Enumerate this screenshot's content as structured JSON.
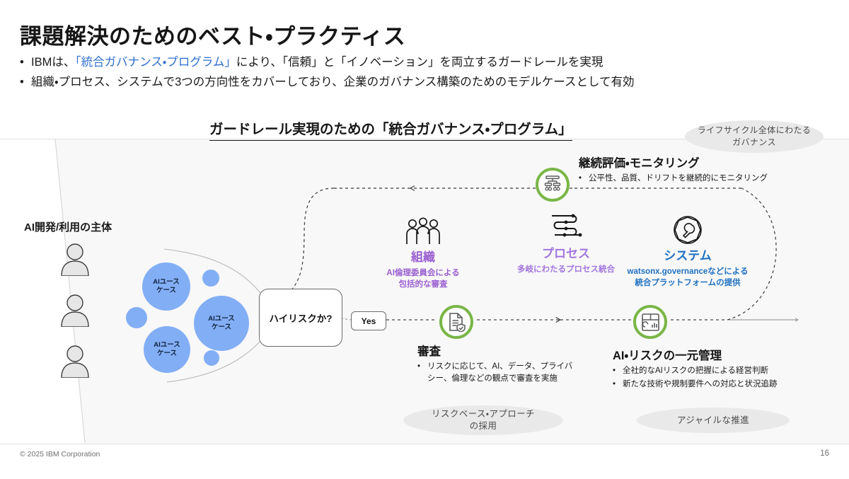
{
  "slide": {
    "title": "課題解決のためのベスト・プラクティス",
    "bullets": [
      {
        "marker": "•",
        "parts": [
          {
            "text": "IBMは、",
            "accent": false
          },
          {
            "text": "「統合ガバナンス・プログラム」",
            "accent": true
          },
          {
            "text": "により、「信頼」と「イノベーション」を両立するガードレールを実現",
            "accent": false
          }
        ]
      },
      {
        "marker": "•",
        "parts": [
          {
            "text": "組織・プロセス、システムで3つの方向性をカバーしており、企業のガバナンス構築のためのモデルケースとして有効",
            "accent": false
          }
        ]
      }
    ],
    "footer_left": "© 2025 IBM Corporation",
    "page_number": "16"
  },
  "diagram": {
    "heading": "ガードレール実現のための「統合ガバナンス・プログラム」",
    "subject_label": "AI開発/利用の主体",
    "decision": {
      "label": "ハイリスクか?",
      "branch_label": "Yes"
    },
    "bubbles": [
      {
        "id": "bubble-a",
        "label": "AIユース\nケース"
      },
      {
        "id": "bubble-b",
        "label": "AIユース\nケース"
      },
      {
        "id": "bubble-c",
        "label": "AIユース\nケース"
      },
      {
        "id": "bubble-d",
        "label": ""
      },
      {
        "id": "bubble-e",
        "label": ""
      },
      {
        "id": "bubble-f",
        "label": ""
      }
    ],
    "pillars": [
      {
        "id": "org",
        "icon": "people-group-icon",
        "title": "組織",
        "desc": "AI倫理委員会による\n包括的な審査",
        "color": "#9b5fd0"
      },
      {
        "id": "process",
        "icon": "process-flow-icon",
        "title": "プロセス",
        "desc": "多岐にわたるプロセス統合",
        "color": "#a376e0"
      },
      {
        "id": "system",
        "icon": "wrench-badge-icon",
        "title": "システム",
        "desc": "watsonx.governanceなどによる\n統合プラットフォームの提供",
        "color": "#1f70c1"
      }
    ],
    "nodes": [
      {
        "id": "monitor",
        "icon": "hierarchy-monitor-icon",
        "title": "継続評価・モニタリング",
        "items": [
          "公平性、品質、ドリフトを継続的にモニタリング"
        ]
      },
      {
        "id": "review",
        "icon": "document-check-icon",
        "title": "審査",
        "items": [
          "リスクに応じて、AI、データ、プライバ\nシー、倫理などの観点で審査を実施"
        ]
      },
      {
        "id": "manage",
        "icon": "dashboard-chart-icon",
        "title": "AI・リスクの一元管理",
        "items": [
          "全社的なAIリスクの把握による経営判断",
          "新たな技術や規制要件への対応と状況追跡"
        ]
      }
    ],
    "tags": [
      {
        "id": "lifecycle",
        "label": "ライフサイクル全体にわたる\nガバナンス"
      },
      {
        "id": "riskbased",
        "label": "リスクベース・アプローチ\nの採用"
      },
      {
        "id": "agile",
        "label": "アジャイルな推進"
      }
    ],
    "colors": {
      "accent_blue": "#2e6fd0",
      "pillar_org": "#9b5fd0",
      "pillar_process": "#a376e0",
      "pillar_system": "#1f70c1",
      "node_ring_green": "#7ab648",
      "usecase_bubble": "#82aef5",
      "panel_background": "#f8f8f8",
      "tag_ellipse": "#e9e9e9"
    }
  }
}
